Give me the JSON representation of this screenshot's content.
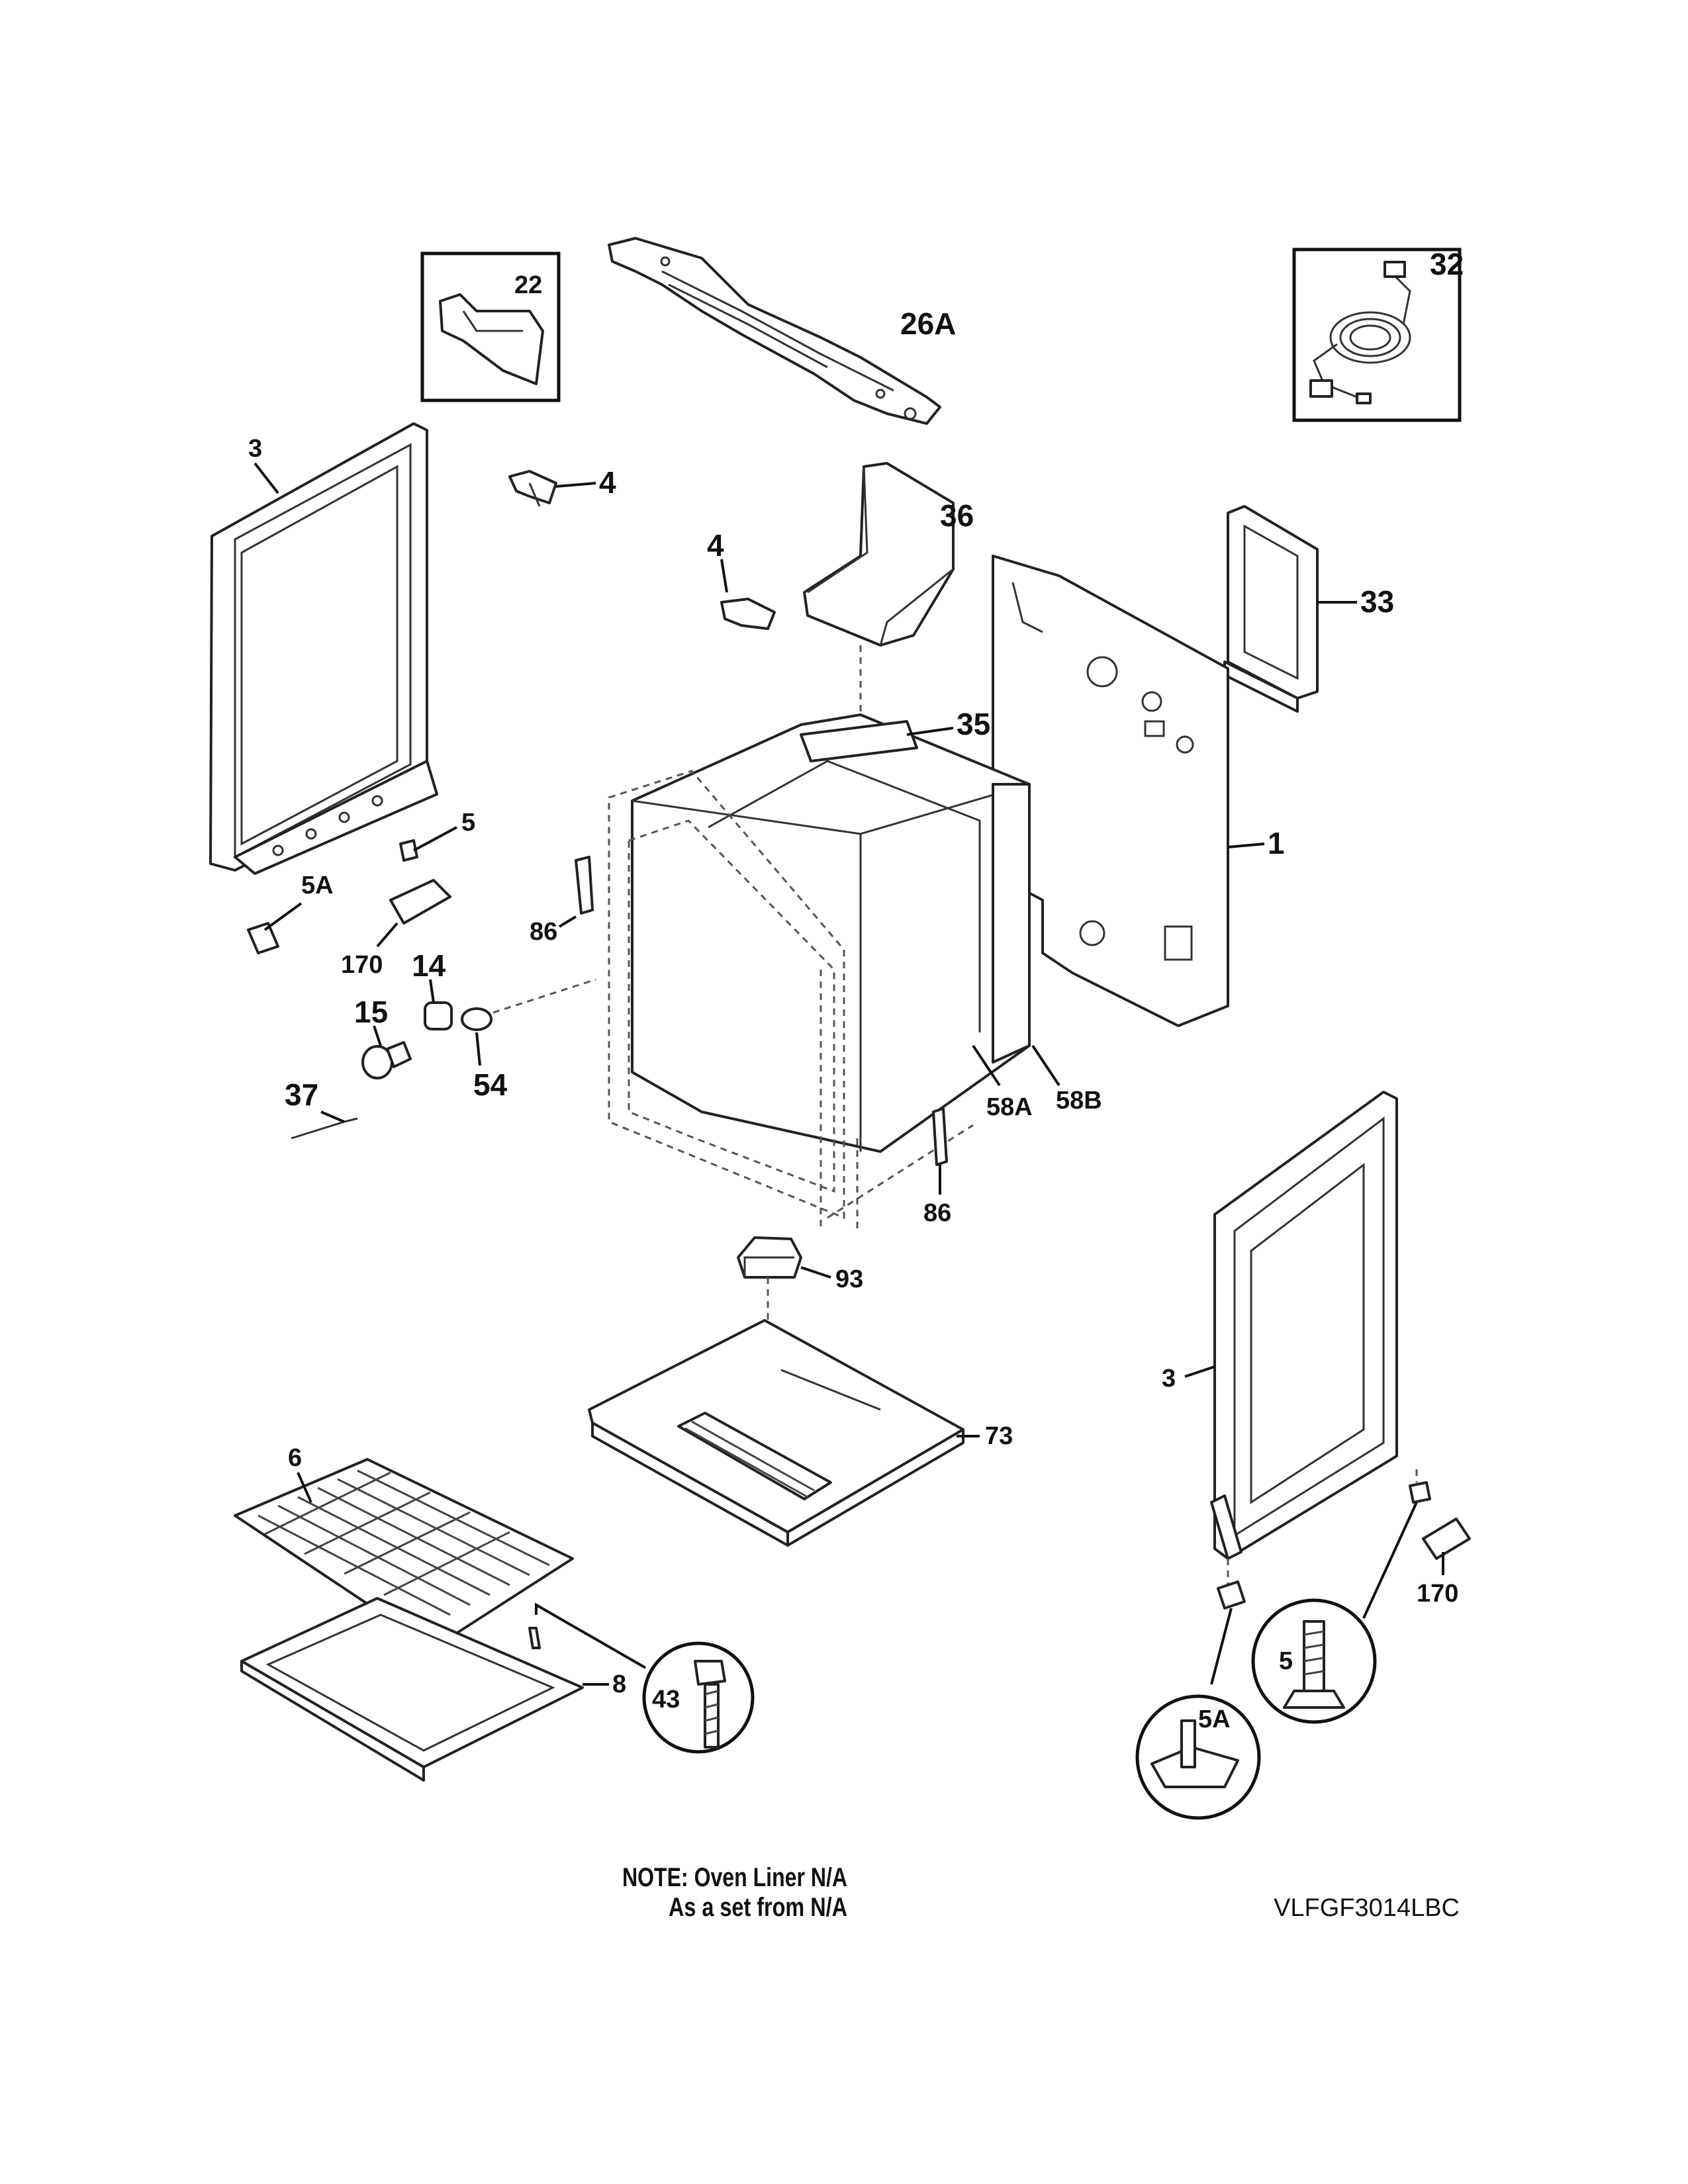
{
  "labels": {
    "p22": "22",
    "p26a": "26A",
    "p32": "32",
    "p3_left": "3",
    "p4_top": "4",
    "p36": "36",
    "p4_mid": "4",
    "p33": "33",
    "p35": "35",
    "p1": "1",
    "p5_left": "5",
    "p5a_left": "5A",
    "p170_left": "170",
    "p86_top": "86",
    "p14": "14",
    "p15": "15",
    "p54": "54",
    "p37": "37",
    "p58a": "58A",
    "p58b": "58B",
    "p86_bottom": "86",
    "p93": "93",
    "p3_right": "3",
    "p73": "73",
    "p6": "6",
    "p8": "8",
    "p43": "43",
    "p170_right": "170",
    "p5_detail": "5",
    "p5a_detail": "5A"
  },
  "note": {
    "line1": "NOTE: Oven Liner N/A",
    "line2": "As a set from N/A"
  },
  "model": "VLFGF3014LBC"
}
